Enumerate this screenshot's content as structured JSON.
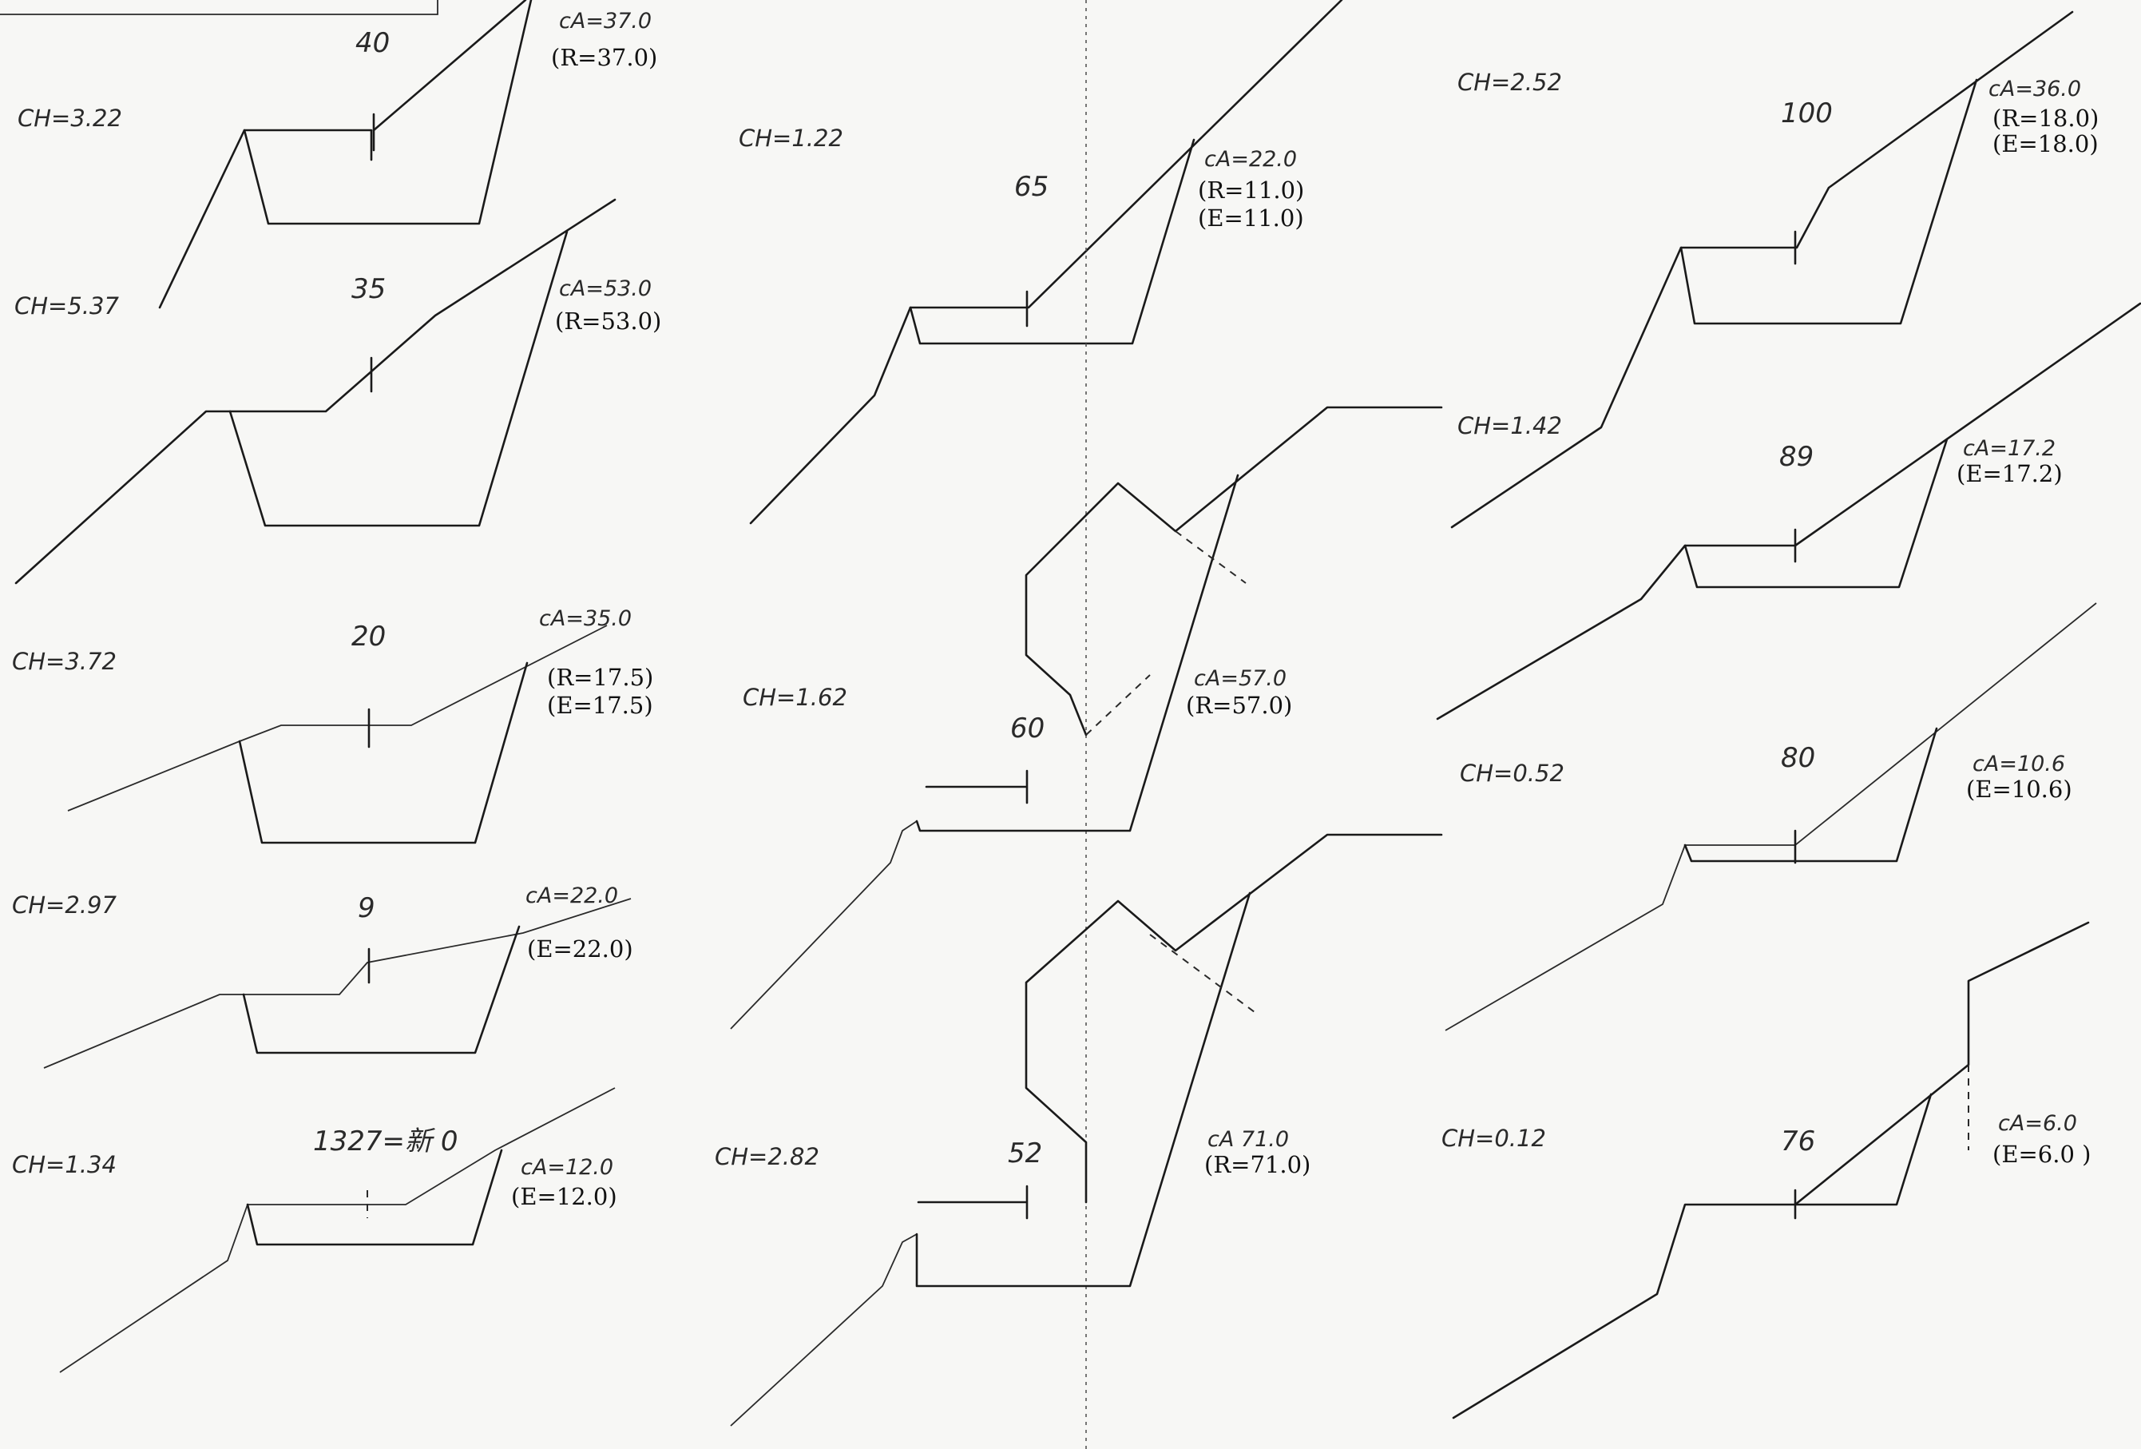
{
  "sections": [
    {
      "id": "s1",
      "ch": "CH=3.22",
      "num": "40",
      "ca": "cA=37.0",
      "paren": [
        "(R=37.0)"
      ]
    },
    {
      "id": "s2",
      "ch": "CH=5.37",
      "num": "35",
      "ca": "cA=53.0",
      "paren": [
        "(R=53.0)"
      ]
    },
    {
      "id": "s3",
      "ch": "CH=3.72",
      "num": "20",
      "ca": "cA=35.0",
      "paren": [
        "(R=17.5)",
        "(E=17.5)"
      ]
    },
    {
      "id": "s4",
      "ch": "CH=2.97",
      "num": "9",
      "ca": "cA=22.0",
      "paren": [
        "(E=22.0)"
      ]
    },
    {
      "id": "s5",
      "ch": "CH=1.34",
      "num": "1327=新 0",
      "ca": "cA=12.0",
      "paren": [
        "(E=12.0)"
      ]
    },
    {
      "id": "s6",
      "ch": "CH=1.22",
      "num": "65",
      "ca": "cA=22.0",
      "paren": [
        "(R=11.0)",
        "(E=11.0)"
      ]
    },
    {
      "id": "s7",
      "ch": "CH=1.62",
      "num": "60",
      "ca": "cA=57.0",
      "paren": [
        "(R=57.0)"
      ]
    },
    {
      "id": "s8",
      "ch": "CH=2.82",
      "num": "52",
      "ca": "cA 71.0",
      "paren": [
        "(R=71.0)"
      ]
    },
    {
      "id": "s9",
      "ch": "CH=2.52",
      "num": "100",
      "ca": "cA=36.0",
      "paren": [
        "(R=18.0)",
        "(E=18.0)"
      ]
    },
    {
      "id": "s10",
      "ch": "CH=1.42",
      "num": "89",
      "ca": "cA=17.2",
      "paren": [
        "(E=17.2)"
      ]
    },
    {
      "id": "s11",
      "ch": "CH=0.52",
      "num": "80",
      "ca": "cA=10.6",
      "paren": [
        "(E=10.6)"
      ]
    },
    {
      "id": "s12",
      "ch": "CH=0.12",
      "num": "76",
      "ca": "cA=6.0",
      "paren": [
        "(E=6.0 )"
      ]
    }
  ]
}
